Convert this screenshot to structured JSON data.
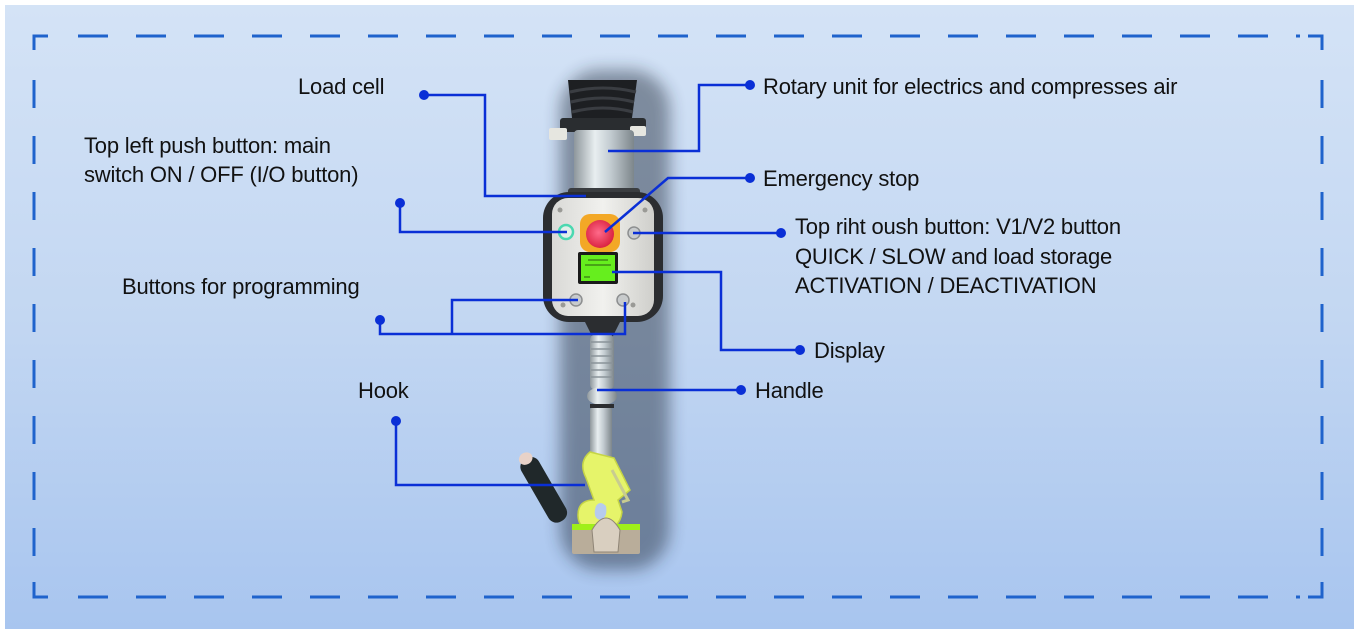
{
  "diagram": {
    "subject": "Pneumatic balancer handle with load cell",
    "colors": {
      "border_dash": "#1f63cc",
      "callout_line": "#0a2fd6",
      "background_top": "#d4e3f6",
      "background_bottom": "#a8c5ef",
      "label_text": "#111111"
    },
    "labels": {
      "load_cell": "Load cell",
      "rotary_unit": "Rotary unit for electrics and compresses air",
      "top_left_button_line1": "Top left push button: main",
      "top_left_button_line2": "switch ON / OFF (I/O button)",
      "emergency_stop": "Emergency stop",
      "top_right_button_line1": "Top riht oush button: V1/V2 button",
      "top_right_button_line2": "QUICK / SLOW and load storage",
      "top_right_button_line3": "ACTIVATION / DEACTIVATION",
      "programming_buttons": "Buttons for programming",
      "display": "Display",
      "handle": "Handle",
      "hook": "Hook"
    }
  }
}
